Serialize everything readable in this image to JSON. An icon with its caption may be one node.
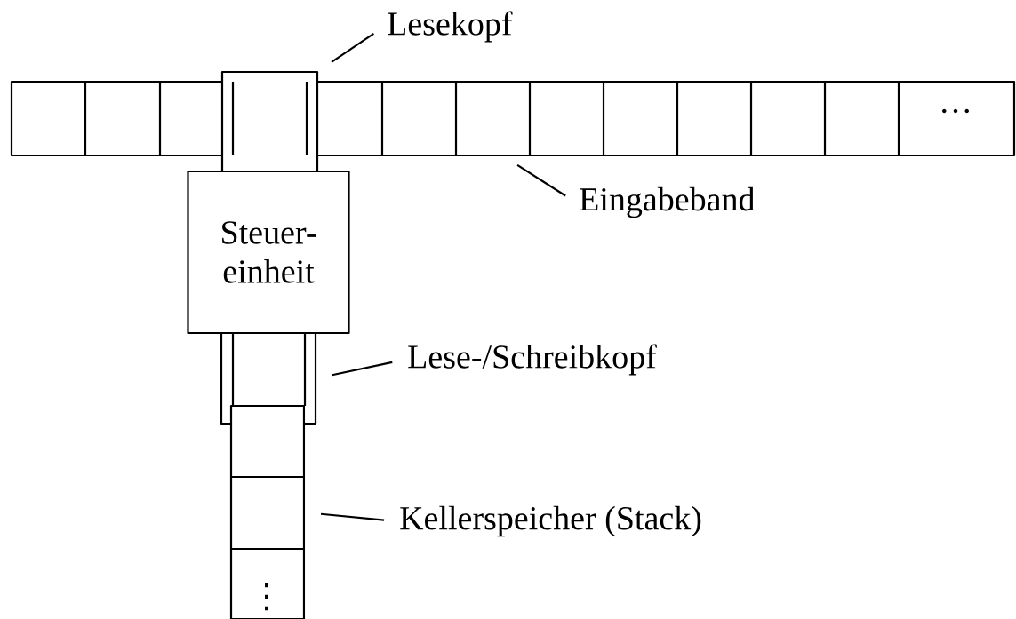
{
  "diagram": {
    "nodes": [
      {
        "text": [
          "Lesekopf"
        ]
      },
      {
        "text": [],
        "shape": "box"
      },
      {
        "text": [
          "Eingabeband"
        ]
      },
      {
        "text": [],
        "shape": "box"
      },
      {
        "text": [
          "Steuer- einheit"
        ]
      },
      {
        "text": [
          "Lese-/Schreibkopf"
        ]
      },
      {
        "text": [],
        "shape": "box"
      },
      {
        "text": [
          "Kellerspeicher (Stack)"
        ]
      },
      {
        "text": [],
        "shape": "box"
      }
    ],
    "edges": [
      {
        "from": 0,
        "to": 1,
        "arrow": "none"
      },
      {
        "from": 2,
        "to": 3,
        "arrow": "none"
      },
      {
        "from": 5,
        "to": 6,
        "arrow": "none"
      },
      {
        "from": 7,
        "to": 8,
        "arrow": "none"
      }
    ],
    "labels": [
      "…",
      "⋮"
    ]
  }
}
